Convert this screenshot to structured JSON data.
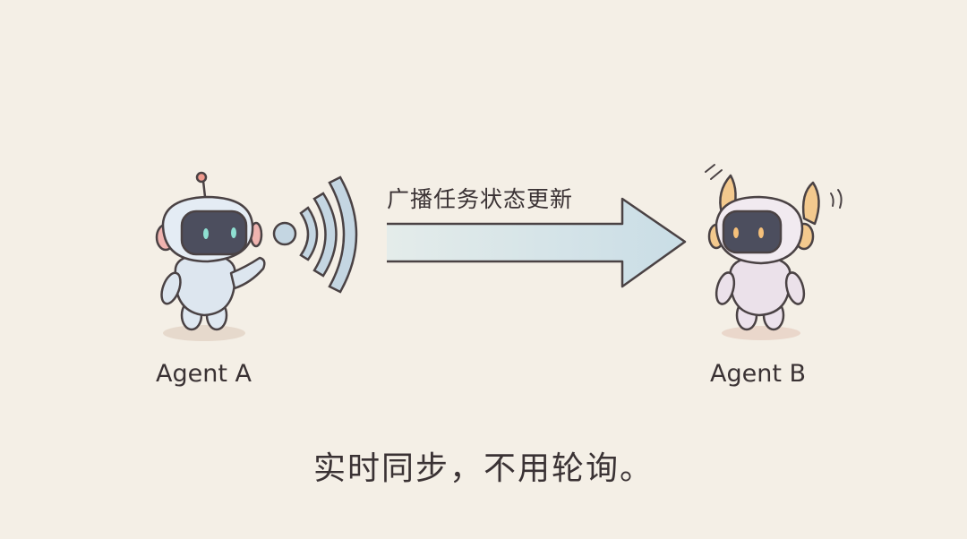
{
  "agents": [
    {
      "name": "Agent A",
      "role": "broadcaster",
      "accent": "#f0b4b0",
      "eye_color": "#8fe0d2",
      "body_color": "#dde6ef"
    },
    {
      "name": "Agent B",
      "role": "receiver",
      "accent": "#f3c98e",
      "eye_color": "#f5c07a",
      "body_color": "#ebe1ea"
    }
  ],
  "arrow": {
    "label": "广播任务状态更新",
    "fill": "#cfe1e8"
  },
  "signal": {
    "icon": "broadcast-waves-icon",
    "color": "#c4d6e2"
  },
  "caption": "实时同步，不用轮询。",
  "colors": {
    "background": "#f4efe6",
    "outline": "#4a4244",
    "text": "#3a3234"
  }
}
